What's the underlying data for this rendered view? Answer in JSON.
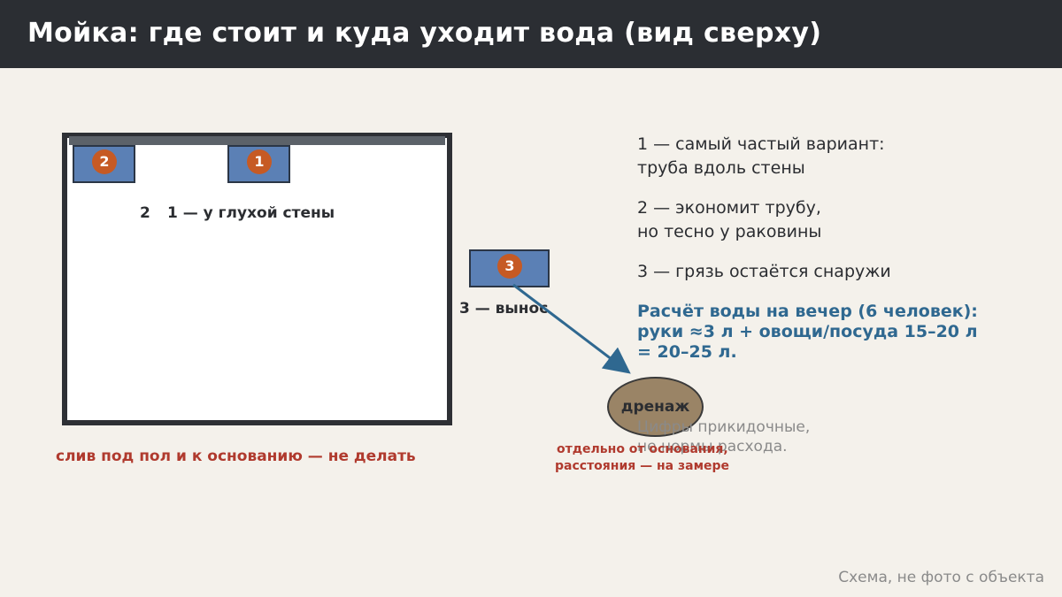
{
  "title": "Мойка: где стоит и куда уходит вода (вид сверху)",
  "diagram": {
    "badges": {
      "sink1": "1",
      "sink2": "2",
      "sink3": "3"
    },
    "room_label_2": "2",
    "room_label_1": "1 — у глухой стены",
    "option3_label": "3 — вынос",
    "drain_label": "дренаж",
    "room_warning": "слив под пол и к основанию — не делать",
    "drain_warning_line1": "отдельно от основания,",
    "drain_warning_line2": "расстояния — на замере"
  },
  "notes": [
    {
      "line1": "1 — самый частый вариант:",
      "line2": "труба вдоль стены"
    },
    {
      "line1": "2 — экономит трубу,",
      "line2": "но тесно у раковины"
    },
    {
      "line1": "3 — грязь остаётся снаружи"
    }
  ],
  "calculation": {
    "line1": "Расчёт воды на вечер (6 человек):",
    "line2": "руки ≈3 л + овощи/посуда 15–20 л",
    "line3": "= 20–25 л."
  },
  "disclaimer": {
    "line1": "Цифры прикидочные,",
    "line2": "не нормы расхода."
  },
  "footer": "Схема, не фото с объекта",
  "colors": {
    "header_bg": "#2b2e33",
    "page_bg": "#f4f1eb",
    "sink_blue": "#5b80b5",
    "badge_orange": "#c65a24",
    "warning_red": "#b03a2e",
    "accent_blue": "#2f6890",
    "drain_brown": "#9a8466"
  }
}
